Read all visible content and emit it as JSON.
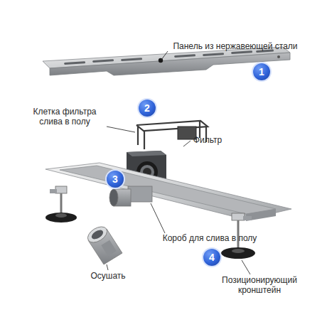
{
  "diagram": {
    "nodes": [
      {
        "text": [
          "1"
        ]
      },
      {
        "text": [
          "2"
        ]
      },
      {
        "text": [
          "3"
        ]
      },
      {
        "text": [
          "4"
        ]
      }
    ],
    "labels": [
      "Панель из нержавеющей стали",
      "Клетка фильтра слива в полу",
      "Фильтр",
      "Короб для слива в полу",
      "Осушать",
      "Позиционирующий кронштейн"
    ]
  }
}
